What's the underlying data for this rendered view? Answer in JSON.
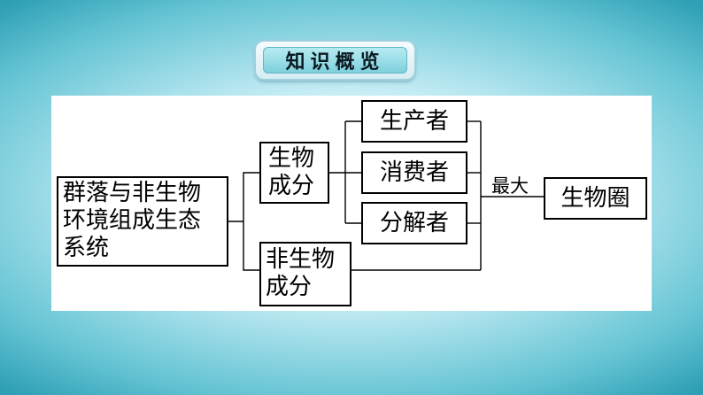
{
  "header": {
    "title": "知识概览"
  },
  "diagram": {
    "root": {
      "line1": "群落与非生物",
      "line2": "环境组成生态",
      "line3": "系统"
    },
    "biotic": {
      "line1": "生物",
      "line2": "成分"
    },
    "abiotic": {
      "line1": "非生物",
      "line2": "成分"
    },
    "producer": "生产者",
    "consumer": "消费者",
    "decomposer": "分解者",
    "largest_label": "最大",
    "biosphere": "生物圈"
  },
  "colors": {
    "background_center": "#eafafd",
    "background_edge": "#2e9fb4",
    "badge_fill": "#7ccfdc",
    "line": "#000000"
  }
}
